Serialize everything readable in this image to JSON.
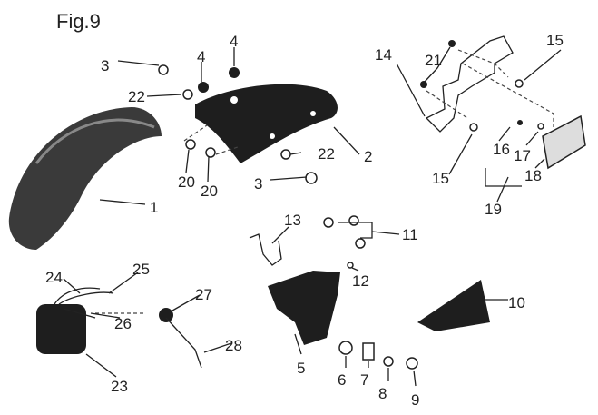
{
  "title": "Fig.9",
  "labels": [
    "1",
    "2",
    "3",
    "3",
    "4",
    "4",
    "5",
    "6",
    "7",
    "8",
    "9",
    "10",
    "11",
    "12",
    "13",
    "14",
    "15",
    "15",
    "16",
    "17",
    "18",
    "19",
    "20",
    "20",
    "21",
    "22",
    "22",
    "23",
    "24",
    "25",
    "26",
    "27",
    "28"
  ]
}
